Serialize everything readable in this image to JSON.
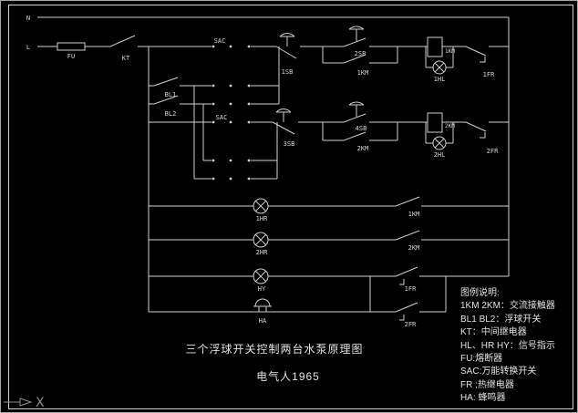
{
  "colors": {
    "background": "#000000",
    "line": "#cfcfcf",
    "text": "#e2e2e2",
    "dim": "#8e8e8e"
  },
  "power": {
    "neutral": "N",
    "line": "L",
    "fuse": "FU",
    "relay": "KT"
  },
  "selector": {
    "upper": "SAC",
    "lower": "SAC"
  },
  "floats": {
    "bl1": "BL1",
    "bl2": "BL2"
  },
  "pump1": {
    "stop": "1SB",
    "start": "2SB",
    "seal": "1KM",
    "coil": "1KM",
    "lamp": "1HL",
    "thermal": "1FR"
  },
  "pump2": {
    "stop": "3SB",
    "start": "4SB",
    "seal": "2KM",
    "coil": "2KM",
    "lamp": "2HL",
    "thermal": "2FR"
  },
  "signals": {
    "lamp1": "1HR",
    "lamp2": "2HR",
    "lamp3": "HY",
    "buzzer": "HA",
    "contact1": "1KM",
    "contact2": "2KM",
    "contact3": "1FR",
    "contact4": "2FR"
  },
  "legend": {
    "title": "图例说明:",
    "lines": [
      "1KM 2KM：交流接触器",
      "BL1 BL2：浮球开关",
      "KT：中间继电器",
      "HL、HR HY：信号指示",
      "FU:熔断器",
      "SAC:万能转换开关",
      "FR ;热继电器",
      "HA: 蜂鸣器"
    ]
  },
  "footer": {
    "title": "三个浮球开关控制两台水泵原理图",
    "author": "电气人1965"
  },
  "ucs": {
    "axis_label": "X"
  }
}
